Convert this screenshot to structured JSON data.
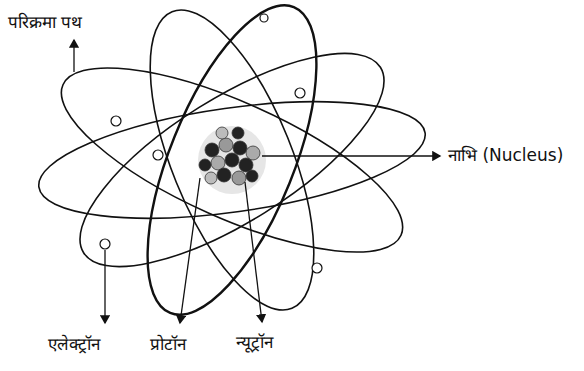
{
  "diagram": {
    "labels": [
      "परिक्रमा पथ",
      "नाभि (Nucleus)",
      "एलेक्ट्रॉन",
      "प्रोटॉन",
      "न्यूट्रॉन"
    ]
  }
}
